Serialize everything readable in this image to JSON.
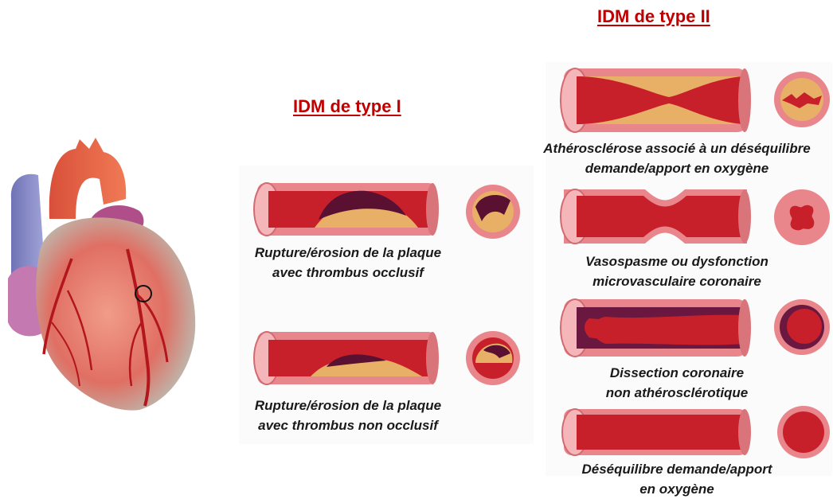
{
  "type1": {
    "title": "IDM de type I",
    "items": [
      {
        "line1": "Rupture/érosion de la plaque",
        "line2": "avec thrombus occlusif"
      },
      {
        "line1": "Rupture/érosion de la plaque",
        "line2": "avec thrombus non occlusif"
      }
    ]
  },
  "type2": {
    "title": "IDM de type II",
    "items": [
      {
        "line1": "Athérosclérose associé à un déséquilibre",
        "line2": "demande/apport en oxygène"
      },
      {
        "line1": "Vasospasme ou dysfonction",
        "line2": "microvasculaire coronaire"
      },
      {
        "line1": "Dissection coronaire",
        "line2": "non athérosclérotique"
      },
      {
        "line1": "Déséquilibre demande/apport",
        "line2": "en oxygène"
      }
    ]
  },
  "icons": {
    "heart": "heart-illustration",
    "vessel": "artery-longitudinal-section",
    "cross_section": "artery-cross-section"
  },
  "colors": {
    "title_red": "#c00000",
    "vessel_wall": "#e8868c",
    "lumen": "#c8202a",
    "plaque": "#e8b066",
    "thrombus": "#5a1030"
  }
}
